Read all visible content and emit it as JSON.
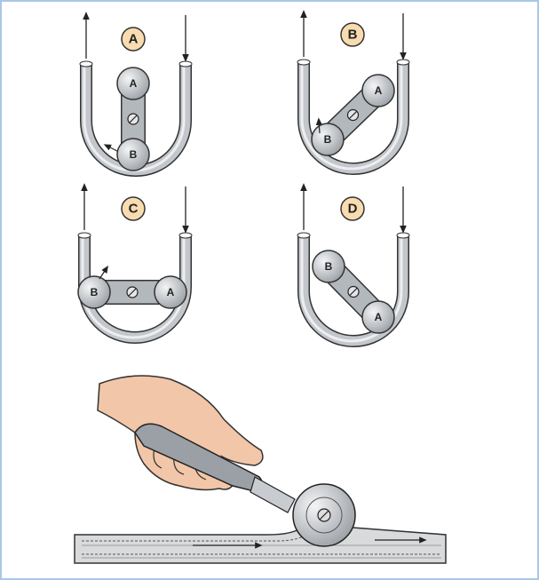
{
  "panels": [
    {
      "label": "A",
      "roller_a": "A",
      "roller_b": "B"
    },
    {
      "label": "B",
      "roller_a": "A",
      "roller_b": "B"
    },
    {
      "label": "C",
      "roller_a": "A",
      "roller_b": "B"
    },
    {
      "label": "D",
      "roller_a": "A",
      "roller_b": "B"
    }
  ],
  "colors": {
    "border": "#a9c6e6",
    "label_fill": "#f8dcb0",
    "skin": "#f2c6a8",
    "metal": "#b8bcc0"
  }
}
